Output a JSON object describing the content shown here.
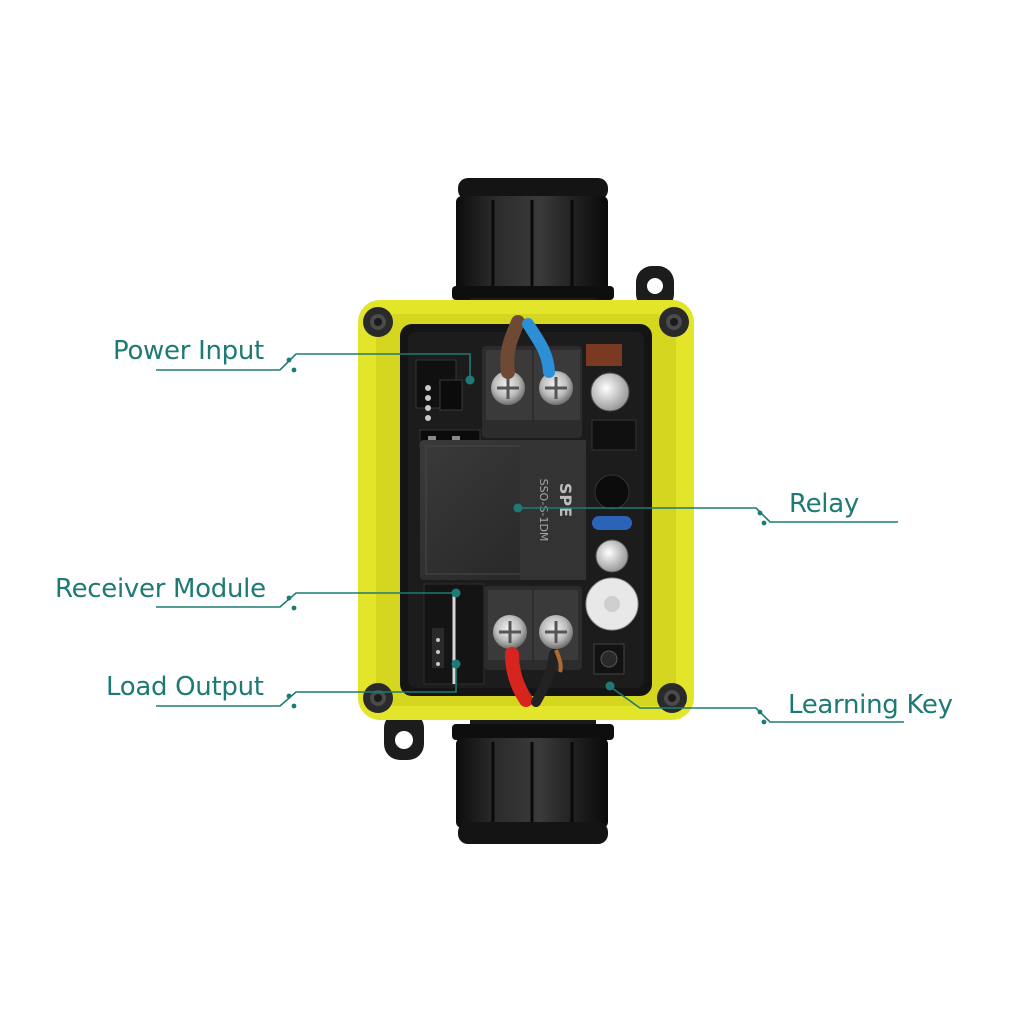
{
  "labels": {
    "power_input": "Power Input",
    "relay": "Relay",
    "receiver_module": "Receiver Module",
    "load_output": "Load Output",
    "learning_key": "Learning Key"
  },
  "relay_print": {
    "brand": "SPE",
    "model": "SSO-S-1DM"
  },
  "colors": {
    "callout": "#1d7a74",
    "housing": "#e3e52a",
    "board": "#141414",
    "gland": "#181818"
  }
}
